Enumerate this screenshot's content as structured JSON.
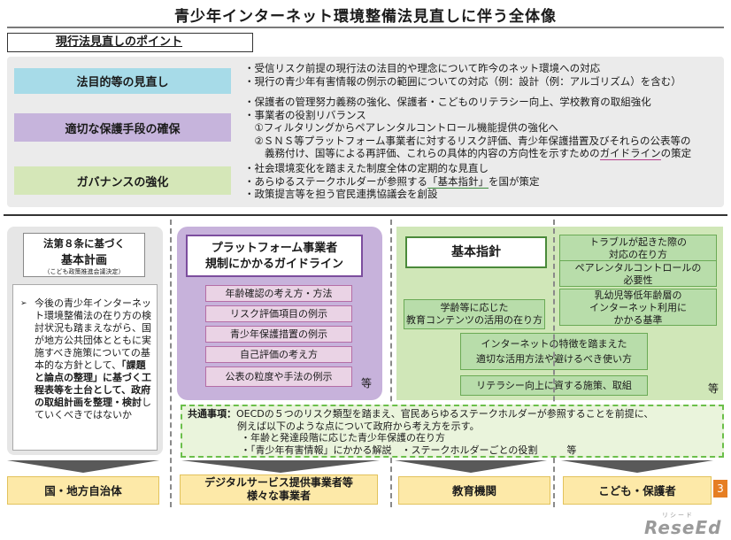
{
  "title": "青少年インターネット環境整備法見直しに伴う全体像",
  "section_label": "現行法見直しのポイント",
  "points": [
    {
      "category": "法目的等の見直し",
      "lines": [
        "・受信リスク前提の現行法の法目的や理念について昨今のネット環境への対応",
        "・現行の青少年有害情報の例示の範囲についての対応（例：設計（例：アルゴリズム）を含む）"
      ]
    },
    {
      "category": "適切な保護手段の確保",
      "lines": [
        "・保護者の管理努力義務の強化、保護者・こどものリテラシー向上、学校教育の取組強化",
        "・事業者の役割リバランス",
        "　①フィルタリングからペアレンタルコントロール機能提供の強化へ",
        "　②ＳＮＳ等プラットフォーム事業者に対するリスク評価、青少年保護措置及びそれらの公表等の",
        "　　義務付け、国等による再評価、これらの具体的内容の方向性を示すための",
        "ガイドライン",
        "の策定"
      ]
    },
    {
      "category": "ガバナンスの強化",
      "lines": [
        "・社会環境変化を踏まえた制度全体の定期的な見直し",
        "・あらゆるステークホルダーが参照する",
        "「基本指針」",
        "を国が策定",
        "・政策提言等を担う官民連携協議会を創設"
      ]
    }
  ],
  "law": {
    "line1": "法第８条に基づく",
    "line2": "基本計画",
    "line3": "（こども政策推進会議決定）",
    "marker": "➢",
    "body_a": "今後の青少年インターネット環境整備法の在り方の検討状況も踏まえながら、国が地方公共団体とともに実施すべき施策についての基本的な方針として、",
    "body_b": "「課題と論点の整理」に基づく工程表等を土台として、政府の取組計画を整理・検討",
    "body_c": "していくべきではないか"
  },
  "platform": {
    "title_l1": "プラットフォーム事業者",
    "title_l2": "規制にかかるガイドライン",
    "items": [
      "年齢確認の考え方・方法",
      "リスク評価項目の例示",
      "青少年保護措置の例示",
      "自己評価の考え方",
      "公表の粒度や手法の例示"
    ],
    "etc": "等"
  },
  "basic": {
    "title": "基本指針",
    "edu_l1": "学齢等に応じた",
    "edu_l2": "教育コンテンツの活用の在り方",
    "g0_l1": "トラブルが起きた際の",
    "g0_l2": "対応の在り方",
    "g1_l1": "ペアレンタルコントロールの",
    "g1_l2": "必要性",
    "g2_l1": "乳幼児等低年齢層の",
    "g2_l2": "インターネット利用に",
    "g2_l3": "かかる基準",
    "g3_l1": "インターネットの特徴を踏まえた",
    "g3_l2": "適切な活用方法や避けるべき使い方",
    "g4": "リテラシー向上に資する施策、取組",
    "etc": "等"
  },
  "common": {
    "label": "共通事項：",
    "line1": "OECDの５つのリスク類型を踏まえ、官民あらゆるステークホルダーが参照することを前提に、",
    "line2": "例えば以下のような点について政府から考え方を示す。",
    "line3": "・年齢と発達段階に応じた青少年保護の在り方",
    "line4": "・「青少年有害情報」にかかる解説　・ステークホルダーごとの役割　　　等"
  },
  "targets": [
    "国・地方自治体",
    "デジタルサービス提供事業者等",
    "様々な事業者",
    "教育機関",
    "こども・保護者"
  ],
  "page_number": "3",
  "brand": "ReseEd",
  "brand_sub": "リシード"
}
